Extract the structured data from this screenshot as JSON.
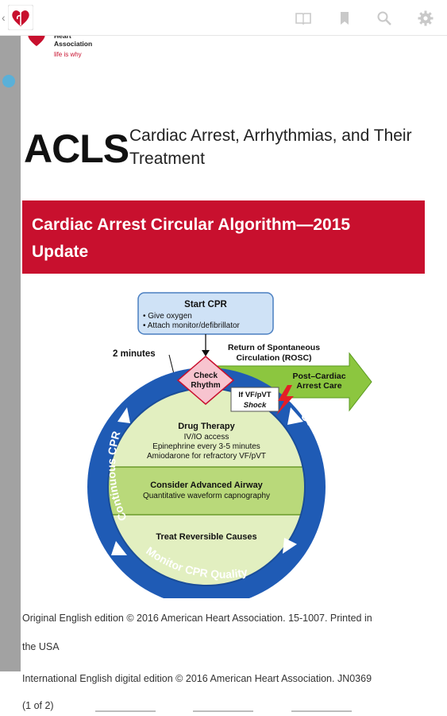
{
  "toolbar": {
    "back_icon": "chevron-left-icon",
    "app_icon": "aha-heart-app-icon",
    "icons": [
      "book-icon",
      "bookmark-icon",
      "search-icon",
      "gear-icon"
    ]
  },
  "logo": {
    "name": "Heart\nAssociation",
    "tagline": "life is why"
  },
  "header": {
    "title": "ACLS",
    "subtitle": "Cardiac Arrest, Arrhythmias, and Their Treatment"
  },
  "banner": {
    "title": "Cardiac Arrest Circular Algorithm—2015 Update",
    "color": "#c8102e"
  },
  "algorithm": {
    "start_title": "Start CPR",
    "start_bullets": [
      "• Give oxygen",
      "• Attach monitor/defibrillator"
    ],
    "two_minutes": "2 minutes",
    "check": [
      "Check",
      "Rhythm"
    ],
    "rosc": [
      "Return of Spontaneous",
      "Circulation (ROSC)"
    ],
    "post": [
      "Post–Cardiac",
      "Arrest Care"
    ],
    "shock": [
      "If VF/pVT",
      "Shock"
    ],
    "drug_title": "Drug Therapy",
    "drug_lines": [
      "IV/IO access",
      "Epinephrine every 3-5 minutes",
      "Amiodarone for refractory VF/pVT"
    ],
    "airway_title": "Consider Advanced Airway",
    "airway_line": "Quantitative waveform capnography",
    "causes_title": "Treat Reversible Causes",
    "ring_left": "Continuous CPR",
    "ring_right": "Continuous CPR",
    "ring_bottom": "Monitor CPR Quality",
    "ring_color": "#1f5bb5"
  },
  "footer": {
    "line1": "Original English edition © 2016 American Heart Association. 15-1007. Printed in",
    "line2": "the USA",
    "line3": "International English digital edition © 2016 American Heart Association. JN0369",
    "line4": "(1 of 2)"
  }
}
